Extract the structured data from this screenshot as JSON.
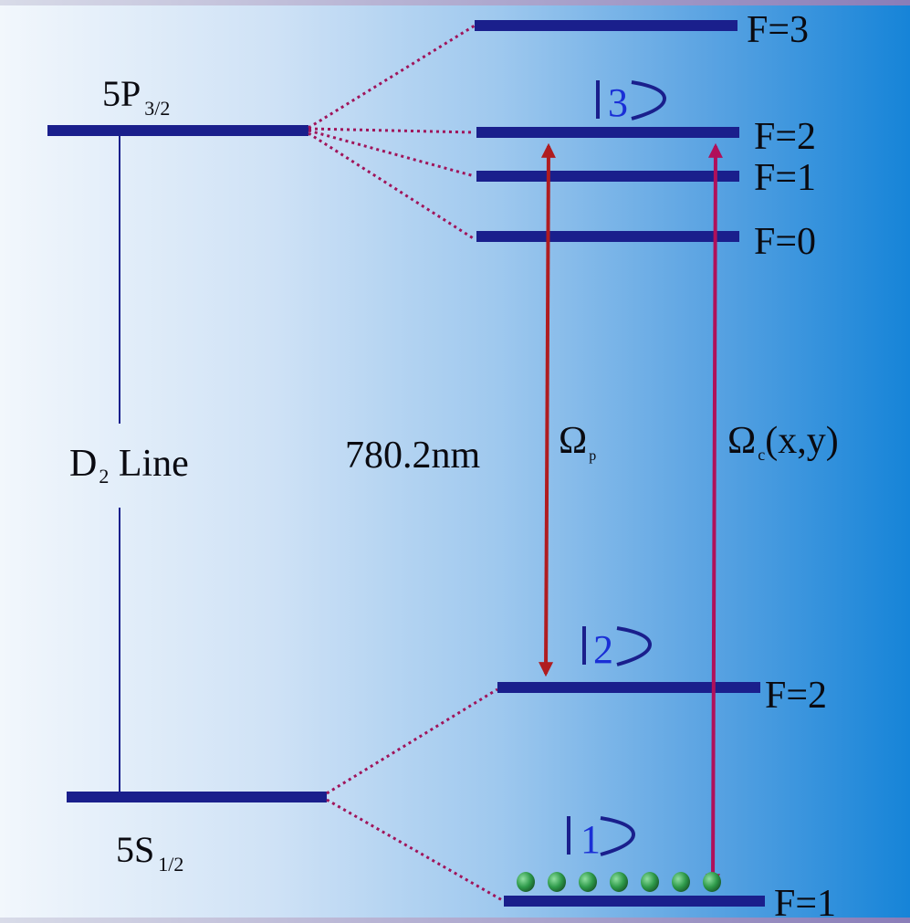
{
  "colors": {
    "level_bar": "#1a1f8c",
    "connector": "#a0145a",
    "probe_arrow": "#b01c20",
    "coupling_arrow": "#b0105a",
    "ket": "#1a2fd6",
    "atom": "#2e9a4a"
  },
  "states": {
    "excited": {
      "main": "5P",
      "sub": "3/2"
    },
    "ground": {
      "main": "5S",
      "sub": "1/2"
    }
  },
  "transition": {
    "main": "D",
    "sub": "2",
    "rest": " Line"
  },
  "excited_levels": [
    "F=3",
    "F=2",
    "F=1",
    "F=0"
  ],
  "ground_levels": [
    "F=2",
    "F=1"
  ],
  "kets": {
    "three": "3",
    "two": "2",
    "one": "1"
  },
  "wavelength": "780.2nm",
  "probe": {
    "symbol": "Ω",
    "sub": "p"
  },
  "coupling": {
    "symbol": "Ω",
    "sub": "c",
    "args": "(x,y)"
  },
  "atoms": {
    "count": 7,
    "icon": "atom-dot-icon"
  }
}
